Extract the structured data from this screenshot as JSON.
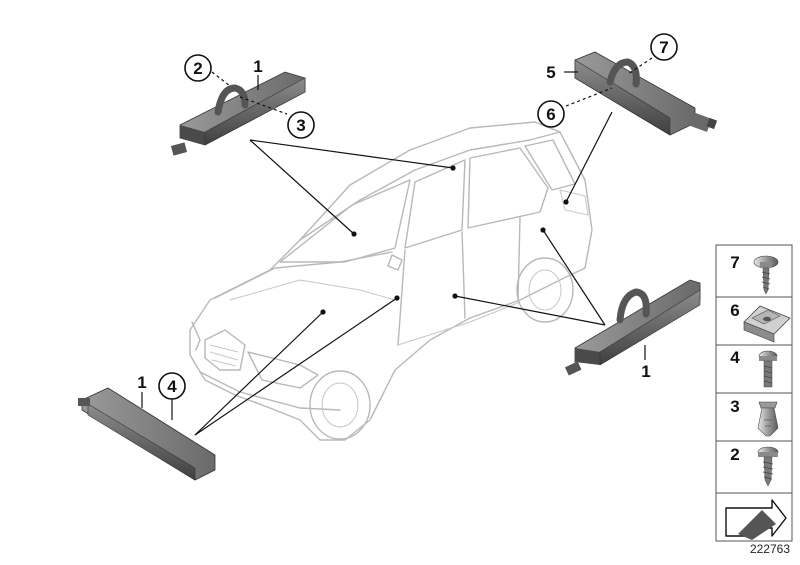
{
  "callouts": {
    "tl_ring_2": "2",
    "tl_num_1": "1",
    "tl_ring_3": "3",
    "tr_num_5": "5",
    "tr_ring_7": "7",
    "tr_ring_6": "6",
    "bl_num_1": "1",
    "bl_ring_4": "4",
    "br_num_1": "1"
  },
  "parts_column": [
    {
      "number": "7",
      "icon": "screw-with-washer-icon"
    },
    {
      "number": "6",
      "icon": "clip-nut-icon"
    },
    {
      "number": "4",
      "icon": "machine-screw-icon"
    },
    {
      "number": "3",
      "icon": "expanding-rivet-icon"
    },
    {
      "number": "2",
      "icon": "self-tapping-screw-icon"
    },
    {
      "number": "",
      "icon": "bracket-arrow-icon"
    }
  ],
  "figure_number": "222763"
}
